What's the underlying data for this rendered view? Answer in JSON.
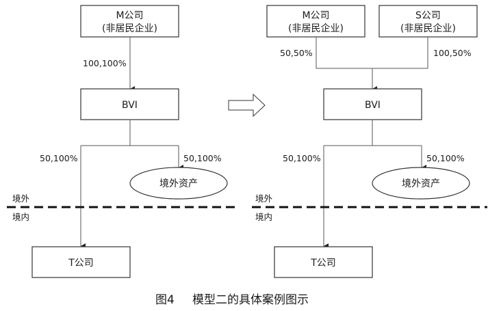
{
  "diagram": {
    "before": {
      "parent": {
        "name": "M公司",
        "note": "(非居民企业)",
        "edge_label": "100,100%"
      },
      "holding": {
        "name": "BVI"
      },
      "offshore_asset": {
        "name": "境外资产",
        "edge_label": "50,100%"
      },
      "domestic_company": {
        "name": "T公司",
        "edge_label": "50,100%"
      },
      "offshore_label": "境外",
      "onshore_label": "境内"
    },
    "after": {
      "parent_m": {
        "name": "M公司",
        "note": "(非居民企业)",
        "edge_label": "50,50%"
      },
      "parent_s": {
        "name": "S公司",
        "note": "(非居民企业)",
        "edge_label": "100,50%"
      },
      "holding": {
        "name": "BVI"
      },
      "offshore_asset": {
        "name": "境外资产",
        "edge_label": "50,100%"
      },
      "domestic_company": {
        "name": "T公司",
        "edge_label": "50,100%"
      },
      "offshore_label": "境外",
      "onshore_label": "境内"
    },
    "transition_icon": "right-arrow-outline-icon",
    "caption": {
      "figure_no": "图4",
      "title": "模型二的具体案例图示"
    }
  }
}
